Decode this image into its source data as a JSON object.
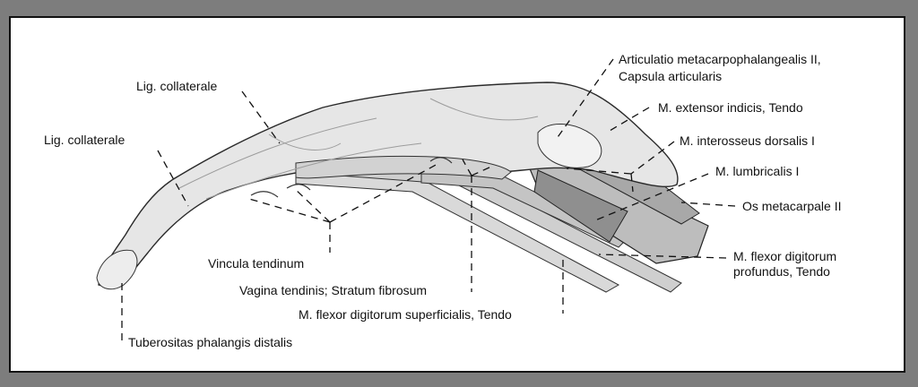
{
  "labels": {
    "lig_collaterale_upper": "Lig. collaterale",
    "lig_collaterale_lower": "Lig. collaterale",
    "articulatio_line1": "Articulatio metacarpophalangealis II,",
    "articulatio_line2": "Capsula articularis",
    "extensor_indicis": "M. extensor indicis, Tendo",
    "interosseus": "M. interosseus dorsalis I",
    "lumbricalis": "M. lumbricalis I",
    "os_metacarpale": "Os metacarpale II",
    "flexor_profundus_line1": "M. flexor digitorum",
    "flexor_profundus_line2": "profundus, Tendo",
    "vincula": "Vincula tendinum",
    "vagina": "Vagina tendinis; Stratum fibrosum",
    "flexor_superficialis": "M. flexor digitorum superficialis, Tendo",
    "tuberositas": "Tuberositas phalangis distalis"
  },
  "colors": {
    "background": "#ffffff",
    "frame": "#7d7d7d",
    "ink": "#111111",
    "tissue": "#e6e6e6",
    "shadow": "#9c9c9c"
  }
}
